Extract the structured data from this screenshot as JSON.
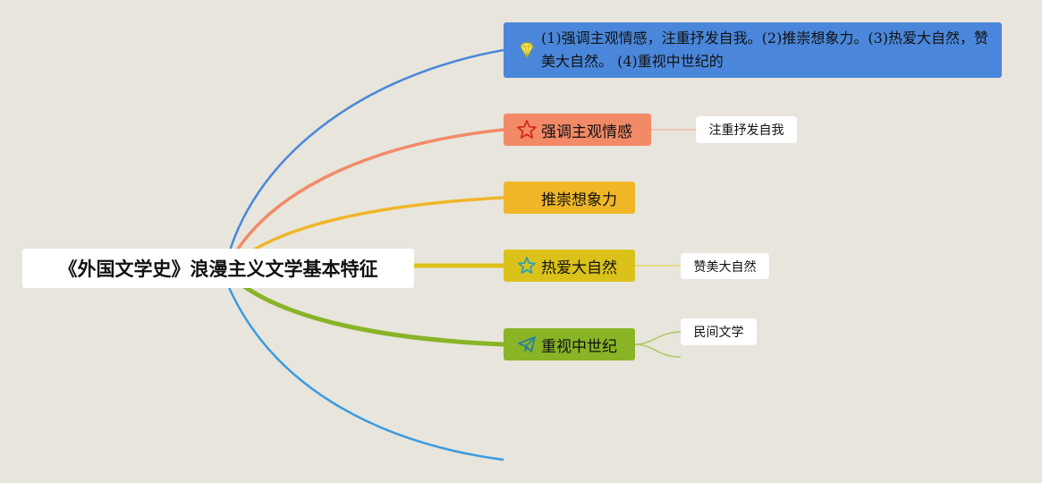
{
  "root": {
    "label": "《外国文学史》浪漫主义文学基本特征"
  },
  "branches": [
    {
      "label": "(1)强调主观情感，注重抒发自我。(2)推崇想象力。(3)热爱大自然，赞美大自然。 (4)重视中世纪的",
      "icon": "diamond-icon",
      "color": "#4a87da"
    },
    {
      "label": "强调主观情感",
      "icon": "star-icon",
      "color": "#f28a67",
      "children": [
        "注重抒发自我"
      ]
    },
    {
      "label": "推崇想象力",
      "icon": "",
      "color": "#f0b628"
    },
    {
      "label": "热爱大自然",
      "icon": "star-outline-icon",
      "color": "#dbc21b",
      "children": [
        "赞美大自然"
      ]
    },
    {
      "label": "重视中世纪",
      "icon": "paper-plane-icon",
      "color": "#88b426",
      "children": [
        "民间文学",
        ""
      ]
    },
    {
      "label": "",
      "icon": "",
      "color": "#3a9be0"
    }
  ]
}
